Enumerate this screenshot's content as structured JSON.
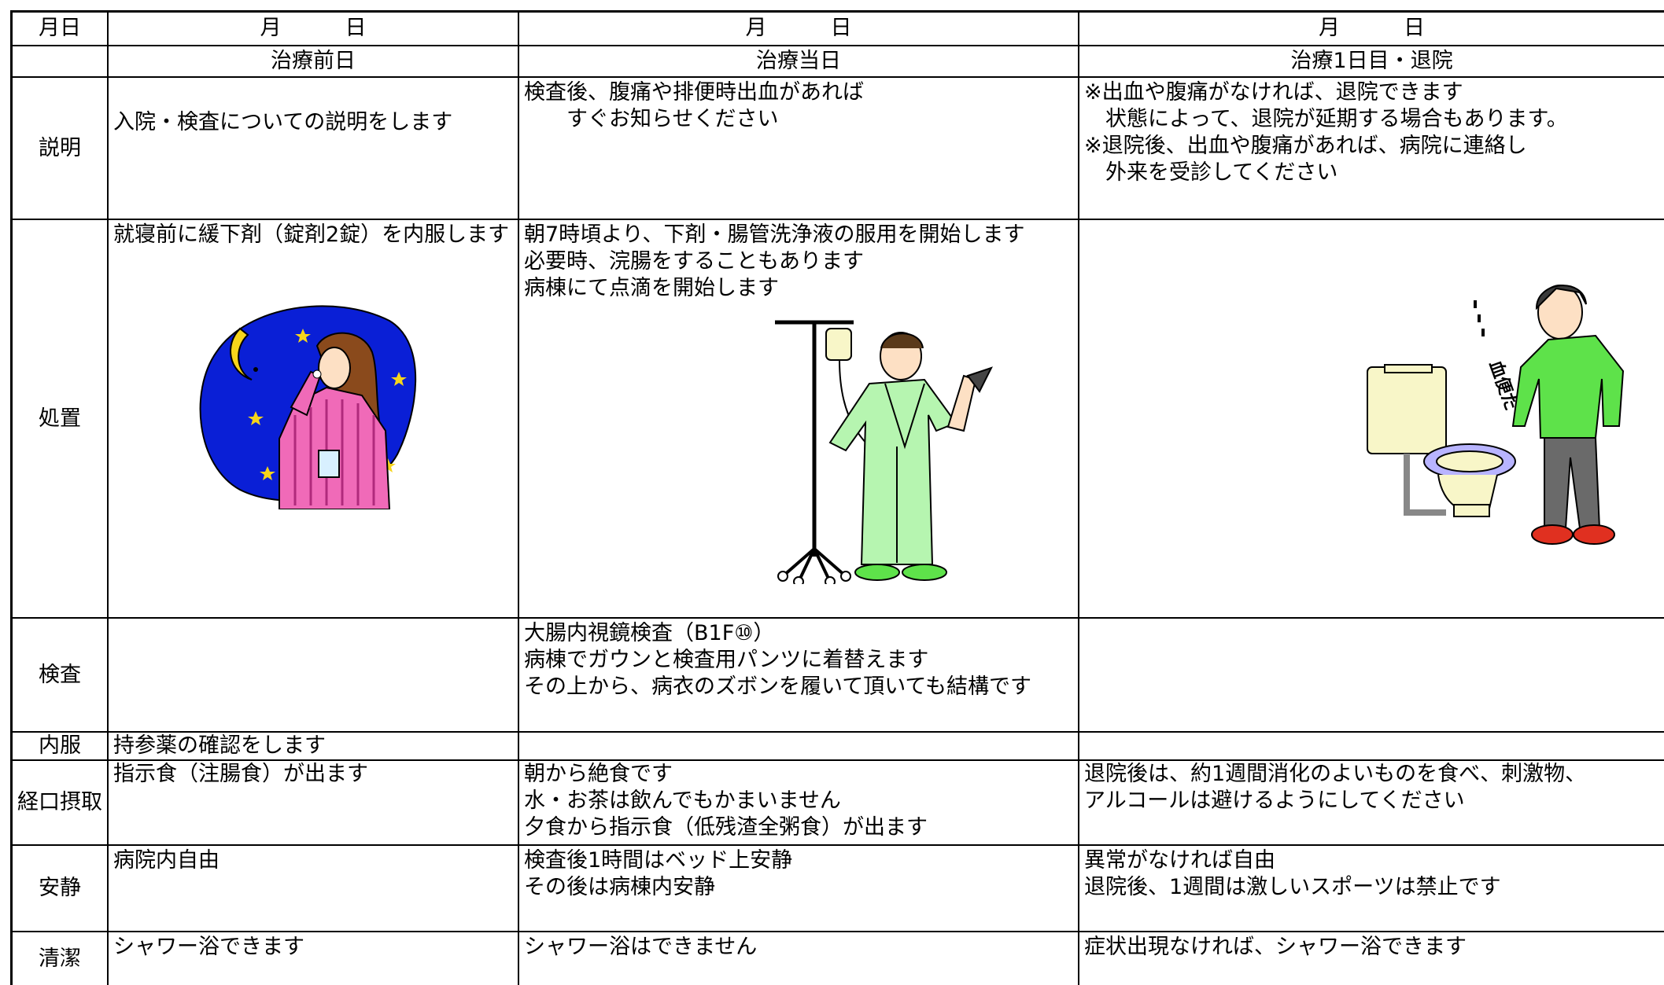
{
  "header": {
    "corner": "月日",
    "dates": [
      "月　　　日",
      "月　　　日",
      "月　　　日"
    ],
    "days": [
      "治療前日",
      "治療当日",
      "治療1日目・退院"
    ]
  },
  "rows": [
    {
      "label": "説明",
      "cells": [
        "入院・検査についての説明をします",
        "検査後、腹痛や排便時出血があれば\n　　すぐお知らせください",
        "※出血や腹痛がなければ、退院できます\n　状態によって、退院が延期する場合もあります。\n※退院後、出血や腹痛があれば、病院に連絡し\n　外来を受診してください"
      ]
    },
    {
      "label": "処置",
      "cells": [
        "就寝前に緩下剤（錠剤2錠）を内服します",
        "朝7時頃より、下剤・腸管洗浄液の服用を開始します\n必要時、浣腸をすることもあります\n病棟にて点滴を開始します",
        ""
      ]
    },
    {
      "label": "検査",
      "cells": [
        "",
        "大腸内視鏡検査（B1F⑩）\n病棟でガウンと検査用パンツに着替えます\nその上から、病衣のズボンを履いて頂いても結構です",
        ""
      ]
    },
    {
      "label": "内服",
      "cells": [
        "持参薬の確認をします",
        "",
        ""
      ]
    },
    {
      "label": "経口摂取",
      "cells": [
        "指示食（注腸食）が出ます",
        "朝から絶食です\n水・お茶は飲んでもかまいません\n夕食から指示食（低残渣全粥食）が出ます",
        "退院後は、約1週間消化のよいものを食べ、刺激物、\nアルコールは避けるようにしてください"
      ]
    },
    {
      "label": "安静",
      "cells": [
        "病院内自由",
        "検査後1時間はベッド上安静\nその後は病棟内安静",
        "異常がなければ自由\n退院後、1週間は激しいスポーツは禁止です"
      ]
    },
    {
      "label": "清潔",
      "cells": [
        "シャワー浴できます",
        "シャワー浴はできません",
        "症状出現なければ、シャワー浴できます"
      ]
    }
  ],
  "illustration_text": "血便だ",
  "colors": {
    "grid": "#000000",
    "night_sky": "#0a1fd6",
    "pajama": "#f06ab8",
    "gown": "#b6f5b0",
    "shirt": "#5ee24a",
    "toilet": "#f8f6c8"
  }
}
